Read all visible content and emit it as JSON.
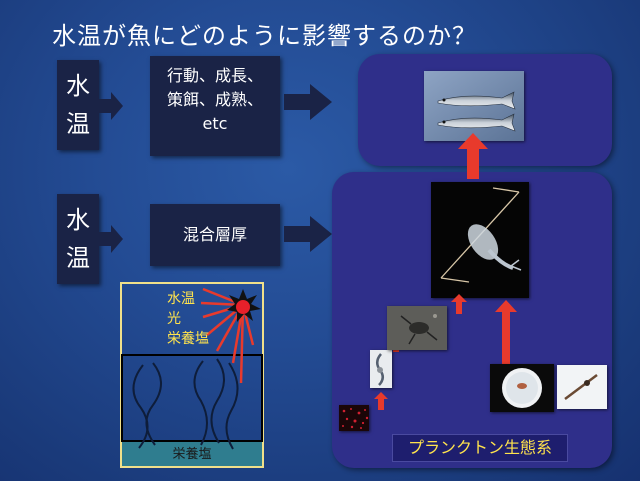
{
  "title": "水温が魚にどのように影響するのか？",
  "row1": {
    "water_temp": [
      "水",
      "温"
    ],
    "effects": [
      "行動、成長、",
      "策餌、成熟、",
      "etc"
    ]
  },
  "row2": {
    "water_temp": [
      "水",
      "温"
    ],
    "mixed_layer": "混合層厚"
  },
  "lake": {
    "factors": [
      "水温",
      "光",
      "栄養塩"
    ],
    "bottom": "栄養塩"
  },
  "plankton_label": "プランクトン生態系",
  "colors": {
    "background": "#234b93",
    "dark_box": "#1a2346",
    "panel": "#2f2f8a",
    "arrow_red": "#e83a2c",
    "label_yellow": "#ffe34d"
  }
}
